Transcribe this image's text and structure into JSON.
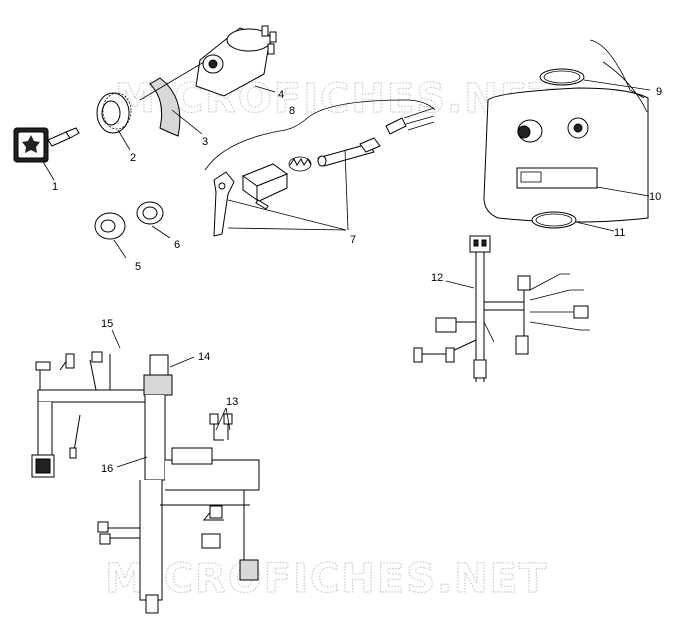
{
  "watermark": {
    "top_text": "MICROFICHES.NET",
    "bottom_text": "MICROFICHES.NET",
    "color": "#c9c9c9"
  },
  "callouts": [
    {
      "id": "1",
      "label": "1"
    },
    {
      "id": "2",
      "label": "2"
    },
    {
      "id": "3",
      "label": "3"
    },
    {
      "id": "4",
      "label": "4"
    },
    {
      "id": "5",
      "label": "5"
    },
    {
      "id": "6",
      "label": "6"
    },
    {
      "id": "7",
      "label": "7"
    },
    {
      "id": "8",
      "label": "8"
    },
    {
      "id": "9",
      "label": "9"
    },
    {
      "id": "10",
      "label": "10"
    },
    {
      "id": "11",
      "label": "11"
    },
    {
      "id": "12",
      "label": "12"
    },
    {
      "id": "13",
      "label": "13"
    },
    {
      "id": "14",
      "label": "14"
    },
    {
      "id": "15",
      "label": "15"
    },
    {
      "id": "16",
      "label": "16"
    }
  ]
}
